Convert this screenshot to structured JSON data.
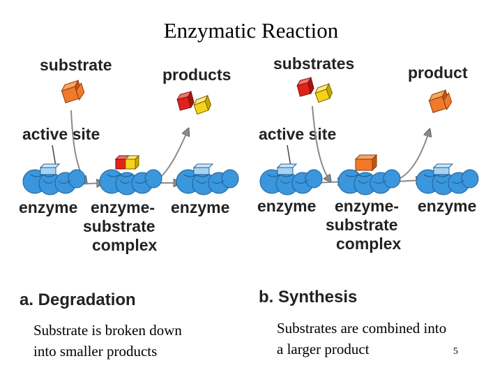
{
  "slide": {
    "title": "Enzymatic Reaction",
    "page_number": "5"
  },
  "panel_a": {
    "substrate_label": "substrate",
    "products_label": "products",
    "active_site_label": "active site",
    "enzyme_left_label": "enzyme",
    "complex_label_1": "enzyme-",
    "complex_label_2": "substrate",
    "complex_label_3": "complex",
    "enzyme_right_label": "enzyme",
    "panel_label": "a. Degradation",
    "caption": "Substrate is broken down\ninto smaller products"
  },
  "panel_b": {
    "substrates_label": "substrates",
    "product_label": "product",
    "active_site_label": "active site",
    "enzyme_left_label": "enzyme",
    "complex_label_1": "enzyme-",
    "complex_label_2": "substrate",
    "complex_label_3": "complex",
    "enzyme_right_label": "enzyme",
    "panel_label": "b. Synthesis",
    "caption": "Substrates are combined into\na larger product"
  },
  "colors": {
    "enzyme": "#3a96dd",
    "enzyme_dark": "#1f6fae",
    "substrate_orange": "#f07a2a",
    "substrate_red": "#e0221c",
    "substrate_yellow": "#f5d31a",
    "arrow": "#888888",
    "label": "#222222"
  }
}
